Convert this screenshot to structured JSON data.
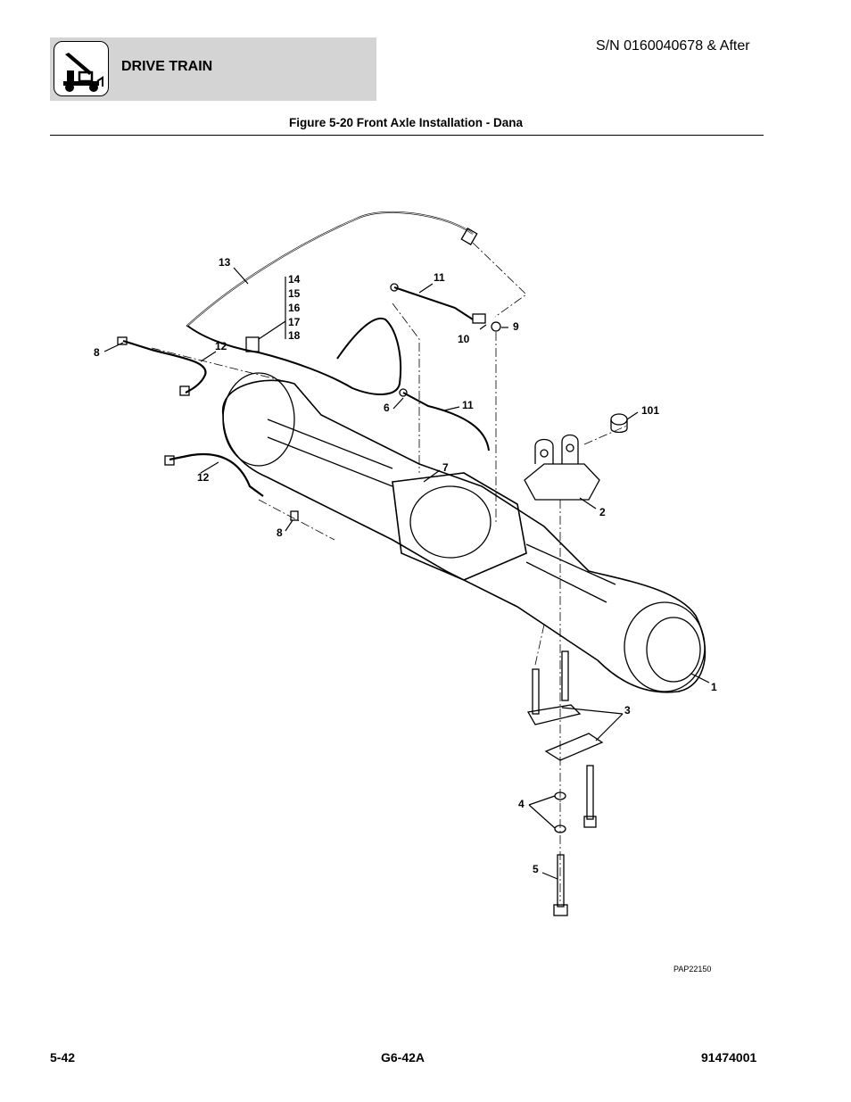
{
  "header": {
    "section_title": "DRIVE TRAIN",
    "serial": "S/N 0160040678 & After"
  },
  "figure": {
    "caption": "Figure 5-20 Front Axle Installation - Dana",
    "ref_code": "PAP22150",
    "callouts": [
      "13",
      "14",
      "15",
      "16",
      "17",
      "18",
      "11",
      "9",
      "10",
      "8",
      "12",
      "6",
      "11",
      "101",
      "7",
      "12",
      "2",
      "8",
      "1",
      "3",
      "4",
      "5"
    ]
  },
  "footer": {
    "page_number": "5-42",
    "model": "G6-42A",
    "doc_number": "91474001"
  }
}
